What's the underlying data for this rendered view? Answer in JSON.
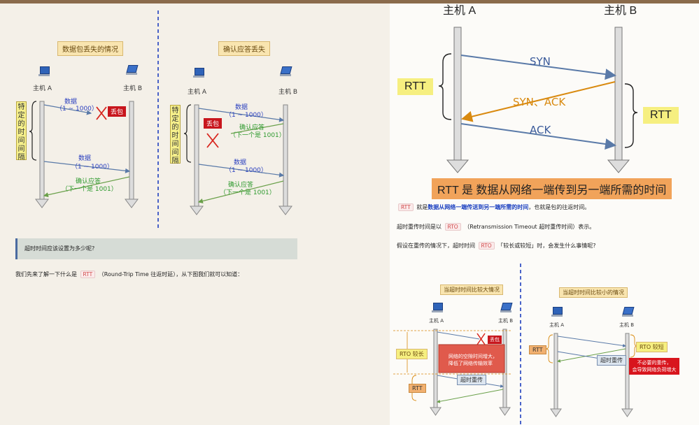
{
  "left": {
    "diagram1": {
      "title": "数据包丢失的情况",
      "host_a": "主机 A",
      "host_b": "主机 B",
      "interval": "特定的时间间隔",
      "msg1": "数据",
      "msg1_range": "（1 ~ 1000）",
      "lost": "丢包",
      "msg2": "数据",
      "msg2_range": "（1 ~ 1000）",
      "ack": "确认应答",
      "ack_next": "（下一个是 1001）"
    },
    "diagram2": {
      "title": "确认应答丢失",
      "host_a": "主机 A",
      "host_b": "主机 B",
      "interval": "特定的时间间隔",
      "msg1": "数据",
      "msg1_range": "（1 ~ 1000）",
      "lost": "丢包",
      "ack1": "确认应答",
      "ack1_next": "（下一个是 1001）",
      "msg2": "数据",
      "msg2_range": "（1 ~ 1000）",
      "ack2": "确认应答",
      "ack2_next": "（下一个是 1001）"
    },
    "question": "超时时间应该设置为多少呢?",
    "para_prefix": "我们先来了解一下什么是",
    "para_code": "RTT",
    "para_suffix": "（Round-Trip Time 往返时延），从下图我们就可以知道："
  },
  "right": {
    "rtt_diagram": {
      "host_a": "主机 A",
      "host_b": "主机 B",
      "syn": "SYN",
      "synack": "SYN、ACK",
      "ack": "ACK",
      "rtt_left": "RTT",
      "rtt_right": "RTT",
      "caption": "RTT 是 数据从网络一端传到另一端所需的时间"
    },
    "line1_code": "RTT",
    "line1_mid": "就是",
    "line1_bold": "数据从网络一端传送到另一端所需的时间",
    "line1_end": "，也就是包的往返时间。",
    "line2_prefix": "超时重传时间是以",
    "line2_code": "RTO",
    "line2_suffix": "（Retransmission Timeout 超时重传时间）表示。",
    "line3_prefix": "假设在重传的情况下，超时时间",
    "line3_code": "RTO",
    "line3_suffix": "「较长或较短」时，会发生什么事情呢?",
    "diagram3": {
      "title": "当超时时间比较大情况",
      "host_a": "主机 A",
      "host_b": "主机 B",
      "lost": "丢包",
      "rto": "RTO 较长",
      "note1": "网络的空隙时间增大，",
      "note2": "降低了网络传输效率",
      "retrans": "超时重传",
      "rtt": "RTT"
    },
    "diagram4": {
      "title": "当超时时间比较小的情况",
      "host_a": "主机 A",
      "host_b": "主机 B",
      "rtt": "RTT",
      "rto": "RTO 较短",
      "retrans": "超时重传",
      "warn1": "不必要的重传，",
      "warn2": "会导致网络负荷增大"
    }
  },
  "colors": {
    "divider": "#1f3fbf",
    "arrow_blue": "#5a7aa8",
    "arrow_green": "#6aa04a",
    "arrow_orange": "#d98a10",
    "lost_red": "#c8161d"
  }
}
